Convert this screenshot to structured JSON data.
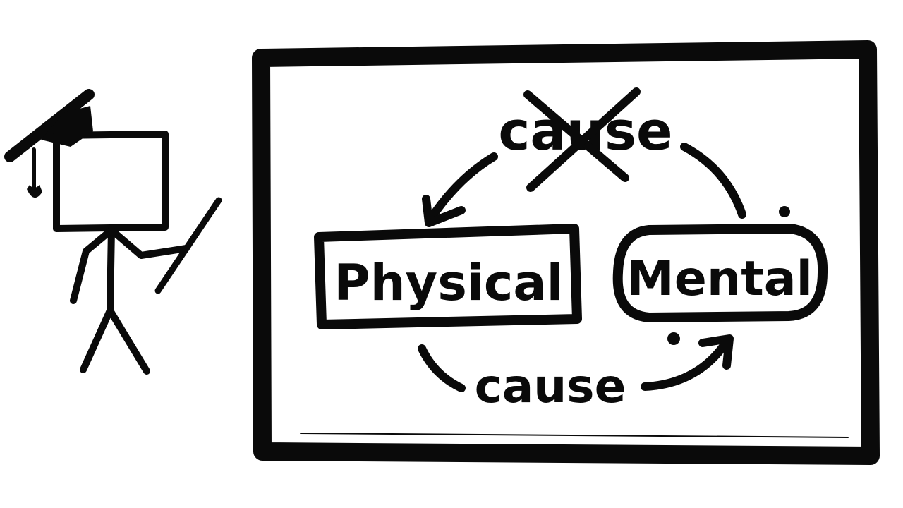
{
  "diagram": {
    "top_label": "cause",
    "top_label_crossed_out": true,
    "bottom_label": "cause",
    "left_node": "Physical",
    "right_node": "Mental",
    "colors": {
      "ink": "#0a0a0a",
      "paper": "#ffffff"
    }
  },
  "figure": {
    "icons": [
      "teacher-stick-figure-icon",
      "graduation-cap-icon",
      "pointer-stick-icon"
    ]
  }
}
